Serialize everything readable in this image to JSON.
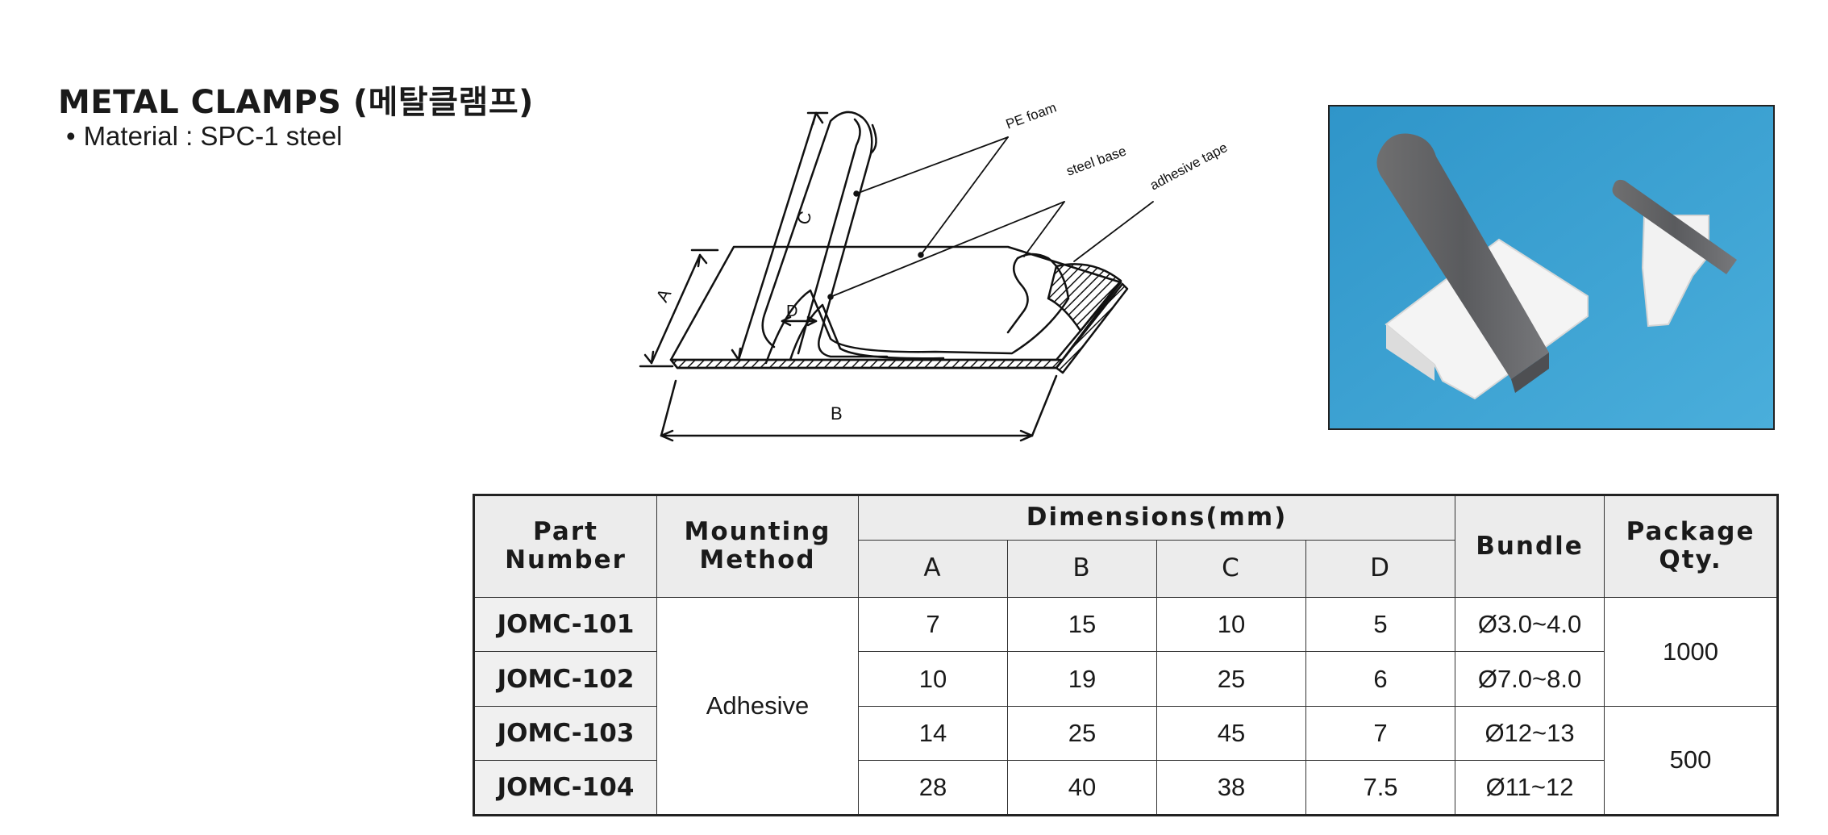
{
  "title": "METAL CLAMPS (메탈클램프)",
  "material": {
    "bullet": "•",
    "text": "Material : SPC-1 steel"
  },
  "diagram": {
    "labels": {
      "pe_foam": "PE foam",
      "steel_base": "steel base",
      "adhesive_tape": "adhesive tape",
      "a": "A",
      "b": "B",
      "c": "C",
      "d": "D"
    }
  },
  "photo": {
    "background": "#3a9fd0"
  },
  "table": {
    "headers": {
      "part_number": "Part Number",
      "mounting_method": "Mounting Method",
      "dimensions": "Dimensions(mm)",
      "a": "A",
      "b": "B",
      "c": "C",
      "d": "D",
      "bundle": "Bundle",
      "package_qty": "Package Qty."
    },
    "mounting": "Adhesive",
    "qty_group_1": "1000",
    "qty_group_2": "500",
    "rows": [
      {
        "part": "JOMC-101",
        "a": "7",
        "b": "15",
        "c": "10",
        "d": "5",
        "bundle": "Ø3.0~4.0"
      },
      {
        "part": "JOMC-102",
        "a": "10",
        "b": "19",
        "c": "25",
        "d": "6",
        "bundle": "Ø7.0~8.0"
      },
      {
        "part": "JOMC-103",
        "a": "14",
        "b": "25",
        "c": "45",
        "d": "7",
        "bundle": "Ø12~13"
      },
      {
        "part": "JOMC-104",
        "a": "28",
        "b": "40",
        "c": "38",
        "d": "7.5",
        "bundle": "Ø11~12"
      }
    ]
  }
}
